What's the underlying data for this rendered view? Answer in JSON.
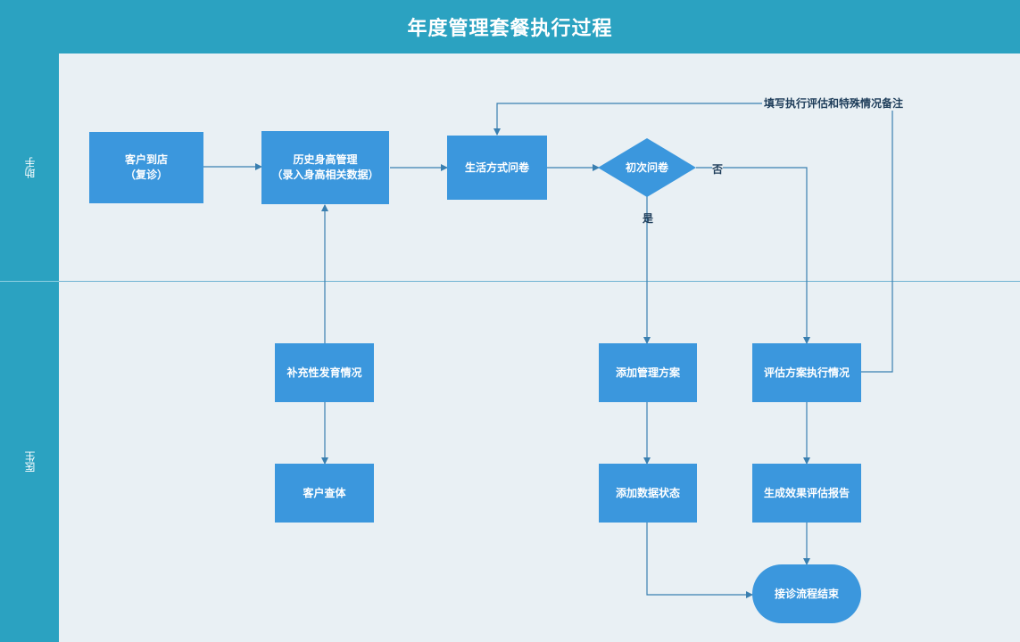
{
  "title": "年度管理套餐执行过程",
  "lanes": {
    "assistant": "助手",
    "doctor": "医生"
  },
  "nodes": {
    "arrive": {
      "line1": "客户到店",
      "line2": "（复诊）"
    },
    "history": {
      "line1": "历史身高管理",
      "line2": "（录入身高相关数据）"
    },
    "lifestyle": "生活方式问卷",
    "decision": "初次问卷",
    "supplement": "补充性发育情况",
    "exam": "客户查体",
    "add_plan": "添加管理方案",
    "add_status": "添加数据状态",
    "evaluate": "评估方案执行情况",
    "report": "生成效果评估报告",
    "end": "接诊流程结束"
  },
  "edge_labels": {
    "yes": "是",
    "no": "否",
    "feedback": "填写执行评估和特殊情况备注"
  },
  "colors": {
    "header": "#2ba2c1",
    "node": "#3b97dd",
    "background": "#e9f0f4",
    "line": "#3a7fb0"
  }
}
